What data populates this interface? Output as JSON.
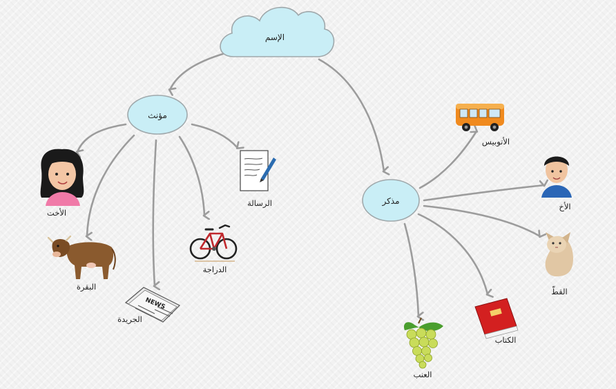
{
  "diagram": {
    "root": {
      "label": "الإسم"
    },
    "feminine": {
      "label": "مؤنث",
      "items": [
        {
          "label": "الأخت",
          "icon": "girl-icon"
        },
        {
          "label": "البقرة",
          "icon": "cow-icon"
        },
        {
          "label": "الجريدة",
          "icon": "newspaper-icon"
        },
        {
          "label": "الدراجة",
          "icon": "bicycle-icon"
        },
        {
          "label": "الرسالة",
          "icon": "letter-icon"
        }
      ]
    },
    "masculine": {
      "label": "مذكر",
      "items": [
        {
          "label": "الأتوبيس",
          "icon": "bus-icon"
        },
        {
          "label": "الأخ",
          "icon": "boy-icon"
        },
        {
          "label": "القطّ",
          "icon": "cat-icon"
        },
        {
          "label": "الكتاب",
          "icon": "book-icon"
        },
        {
          "label": "العنب",
          "icon": "grapes-icon"
        }
      ]
    },
    "colors": {
      "bubble": "#c9eef6",
      "arrow": "#9c9c9c"
    }
  }
}
